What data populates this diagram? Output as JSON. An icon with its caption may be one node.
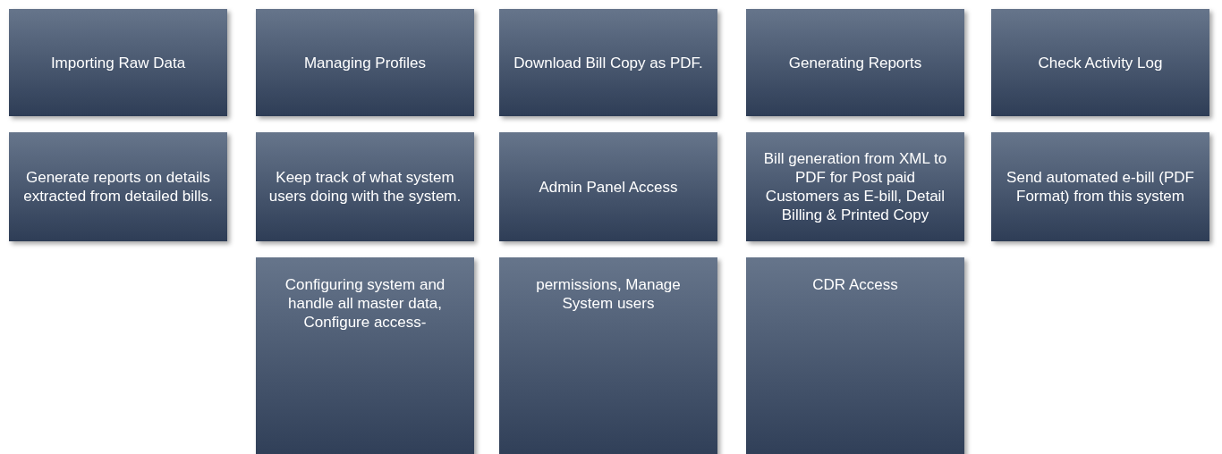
{
  "diagram": {
    "nodes": [
      {
        "text": [
          "Importing Raw Data"
        ]
      },
      {
        "text": [
          "Managing Profiles"
        ]
      },
      {
        "text": [
          "Download Bill Copy as PDF."
        ]
      },
      {
        "text": [
          "Generating Reports"
        ]
      },
      {
        "text": [
          "Check Activity Log"
        ]
      },
      {
        "text": [
          "Generate reports on details extracted from detailed bills."
        ]
      },
      {
        "text": [
          "Keep track of what system users doing with the system."
        ]
      },
      {
        "text": [
          "Admin Panel Access"
        ]
      },
      {
        "text": [
          "Bill generation from XML to PDF for Post paid Customers as E-bill, Detail Billing & Printed Copy"
        ]
      },
      {
        "text": [
          "Send automated e-bill (PDF Format) from this system"
        ]
      },
      {
        "text": [
          "Configuring system and handle all master data, Configure access-"
        ]
      },
      {
        "text": [
          "permissions, Manage System users"
        ]
      },
      {
        "text": [
          "CDR Access"
        ]
      }
    ]
  }
}
